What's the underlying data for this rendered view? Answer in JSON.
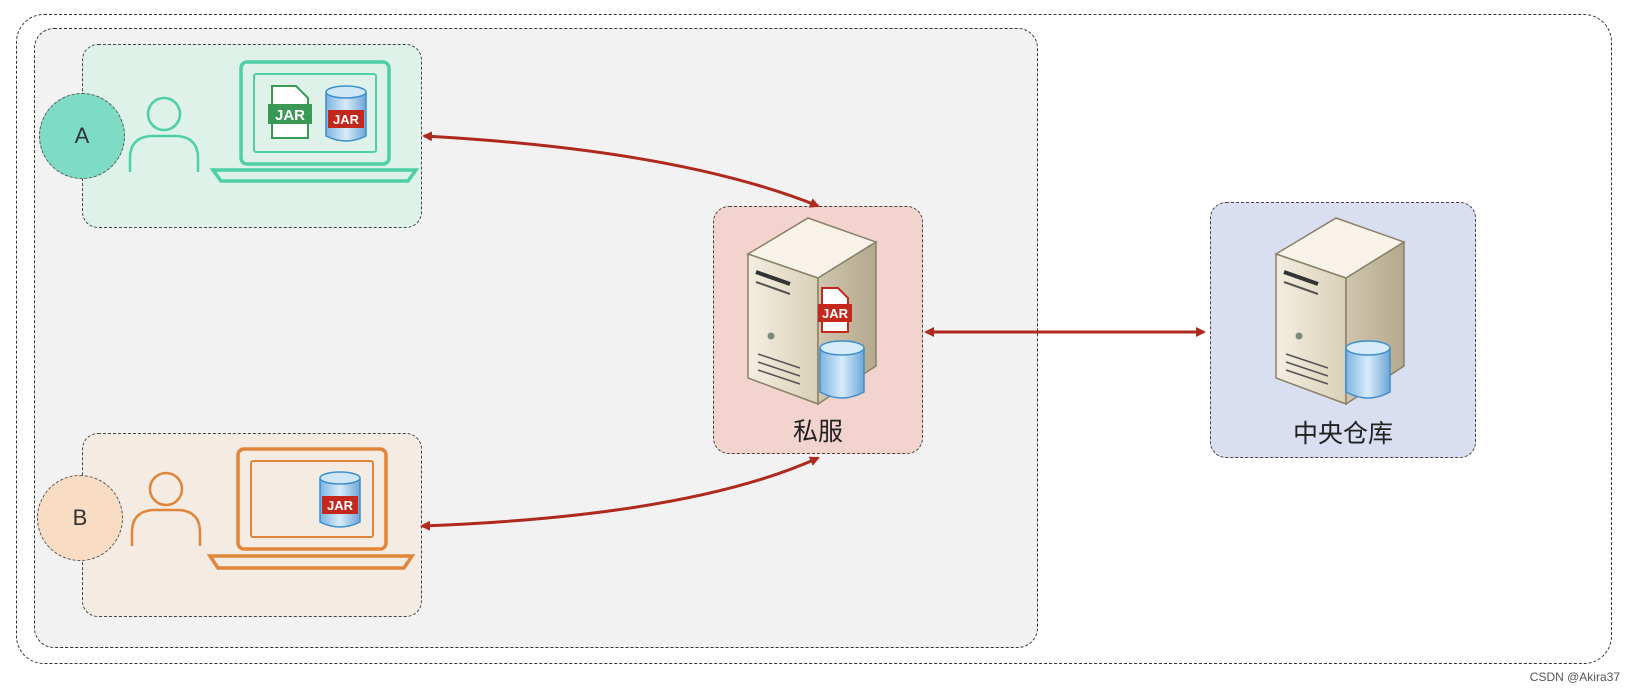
{
  "diagram": {
    "user_a": {
      "badge": "A"
    },
    "user_b": {
      "badge": "B"
    },
    "private_server": {
      "label": "私服"
    },
    "central_repo": {
      "label": "中央仓库"
    },
    "jar_text": "JAR",
    "watermark": "CSDN @Akira37"
  },
  "colors": {
    "arrow": "#b0291e",
    "laptop_a": "#4fcfa7",
    "laptop_b": "#e0863a",
    "jar_green": "#3a9a55",
    "jar_red": "#c4271c",
    "db_blue": "#3b8ed0"
  },
  "icons": [
    "person-icon",
    "laptop-icon",
    "jar-file-icon",
    "database-icon",
    "server-icon"
  ]
}
